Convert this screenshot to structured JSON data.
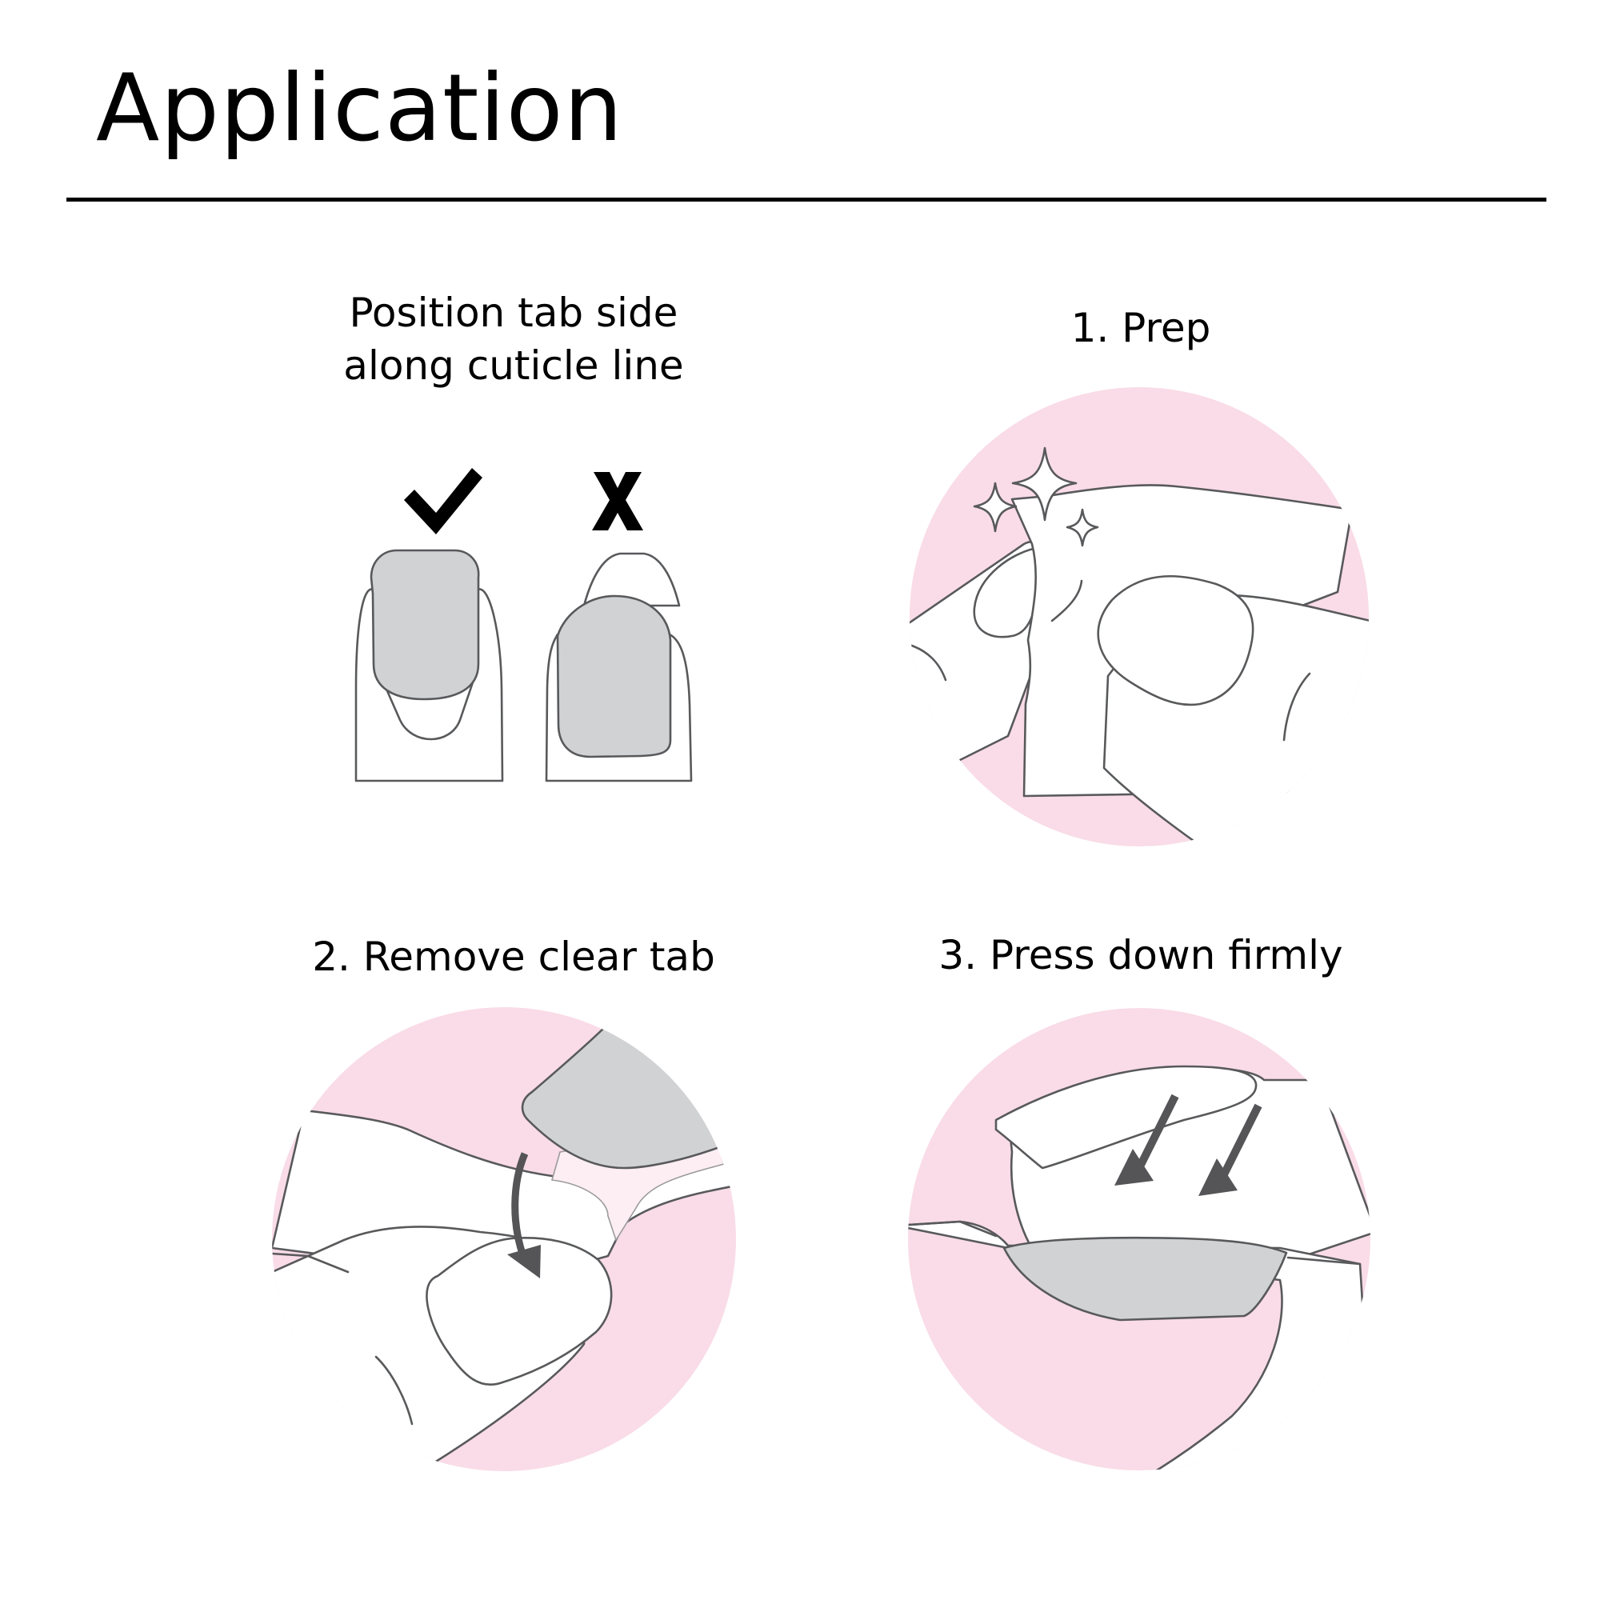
{
  "header": {
    "title": "Application"
  },
  "sections": [
    {
      "id": "position",
      "label_line1": "Position tab side",
      "label_line2": "along cuticle line",
      "correct_icon": "checkmark-icon",
      "incorrect_icon": "x-mark-icon",
      "correct_mark": "✓",
      "incorrect_mark": "X"
    },
    {
      "id": "prep",
      "label": "1. Prep",
      "illustration": "hand-wiping-nail-with-prep-pad-sparkles"
    },
    {
      "id": "remove-tab",
      "label": "2. Remove clear tab",
      "illustration": "fingers-peeling-clear-tab-with-curved-arrow"
    },
    {
      "id": "press",
      "label": "3. Press down firmly",
      "illustration": "finger-pressing-nail-with-two-arrows"
    }
  ],
  "colors": {
    "circle_pink": "#F9DCE7",
    "nail_gray": "#D1D2D4",
    "outline": "#58595B",
    "arrow": "#555558",
    "text": "#000000"
  }
}
